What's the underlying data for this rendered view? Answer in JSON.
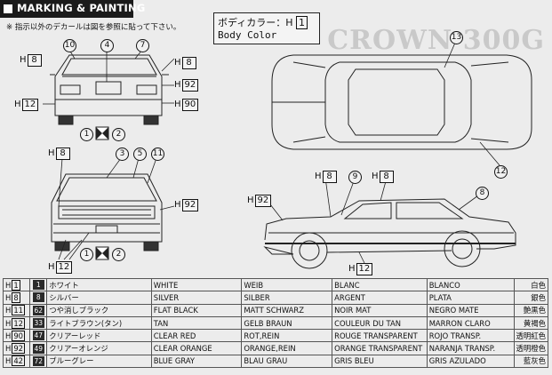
{
  "header": {
    "title": "MARKING & PAINTING",
    "note": "※ 指示以外のデカールは図を参照に貼って下さい。",
    "model_name": "CROWN 300G"
  },
  "body_color": {
    "label_jp": "ボディカラー：H",
    "code": "1",
    "label_en": "Body Color"
  },
  "callouts": {
    "c1": "1",
    "c2": "2",
    "c3": "3",
    "c4": "4",
    "c5": "5",
    "c7": "7",
    "c8": "8",
    "c9": "9",
    "c10": "10",
    "c11": "11",
    "c12": "12",
    "c13": "13"
  },
  "codes": {
    "h_prefix": "H",
    "c8": "8",
    "c12": "12",
    "c90": "90",
    "c92": "92"
  },
  "color_table": [
    {
      "code": "1",
      "swatch": "1",
      "jp": "ホワイト",
      "en": "WHITE",
      "de": "WEIB",
      "fr": "BLANC",
      "es": "BLANCO",
      "jp2": "白色",
      "color": "#ffffff"
    },
    {
      "code": "8",
      "swatch": "8",
      "jp": "シルバー",
      "en": "SILVER",
      "de": "SILBER",
      "fr": "ARGENT",
      "es": "PLATA",
      "jp2": "銀色",
      "color": "#c0c0c0"
    },
    {
      "code": "11",
      "swatch": "62",
      "jp": "つや消しブラック",
      "en": "FLAT BLACK",
      "de": "MATT SCHWARZ",
      "fr": "NOIR MAT",
      "es": "NEGRO MATE",
      "jp2": "艶黒色",
      "color": "#1a1a1a"
    },
    {
      "code": "12",
      "swatch": "33",
      "jp": "ライトブラウン(タン)",
      "en": "TAN",
      "de": "GELB BRAUN",
      "fr": "COULEUR DU TAN",
      "es": "MARRON CLARO",
      "jp2": "黄褐色",
      "color": "#b8926a"
    },
    {
      "code": "90",
      "swatch": "47",
      "jp": "クリアーレッド",
      "en": "CLEAR RED",
      "de": "ROT,REIN",
      "fr": "ROUGE TRANSPARENT",
      "es": "ROJO TRANSP.",
      "jp2": "透明紅色",
      "color": "#c8202a"
    },
    {
      "code": "92",
      "swatch": "49",
      "jp": "クリアーオレンジ",
      "en": "CLEAR ORANGE",
      "de": "ORANGE,REIN",
      "fr": "ORANGE TRANSPARENT",
      "es": "NARANJA TRANSP.",
      "jp2": "透明橙色",
      "color": "#f08020"
    },
    {
      "code": "42",
      "swatch": "72",
      "jp": "ブルーグレー",
      "en": "BLUE GRAY",
      "de": "BLAU GRAU",
      "fr": "GRIS BLEU",
      "es": "GRIS AZULADO",
      "jp2": "藍灰色",
      "color": "#6a7a8a"
    }
  ]
}
